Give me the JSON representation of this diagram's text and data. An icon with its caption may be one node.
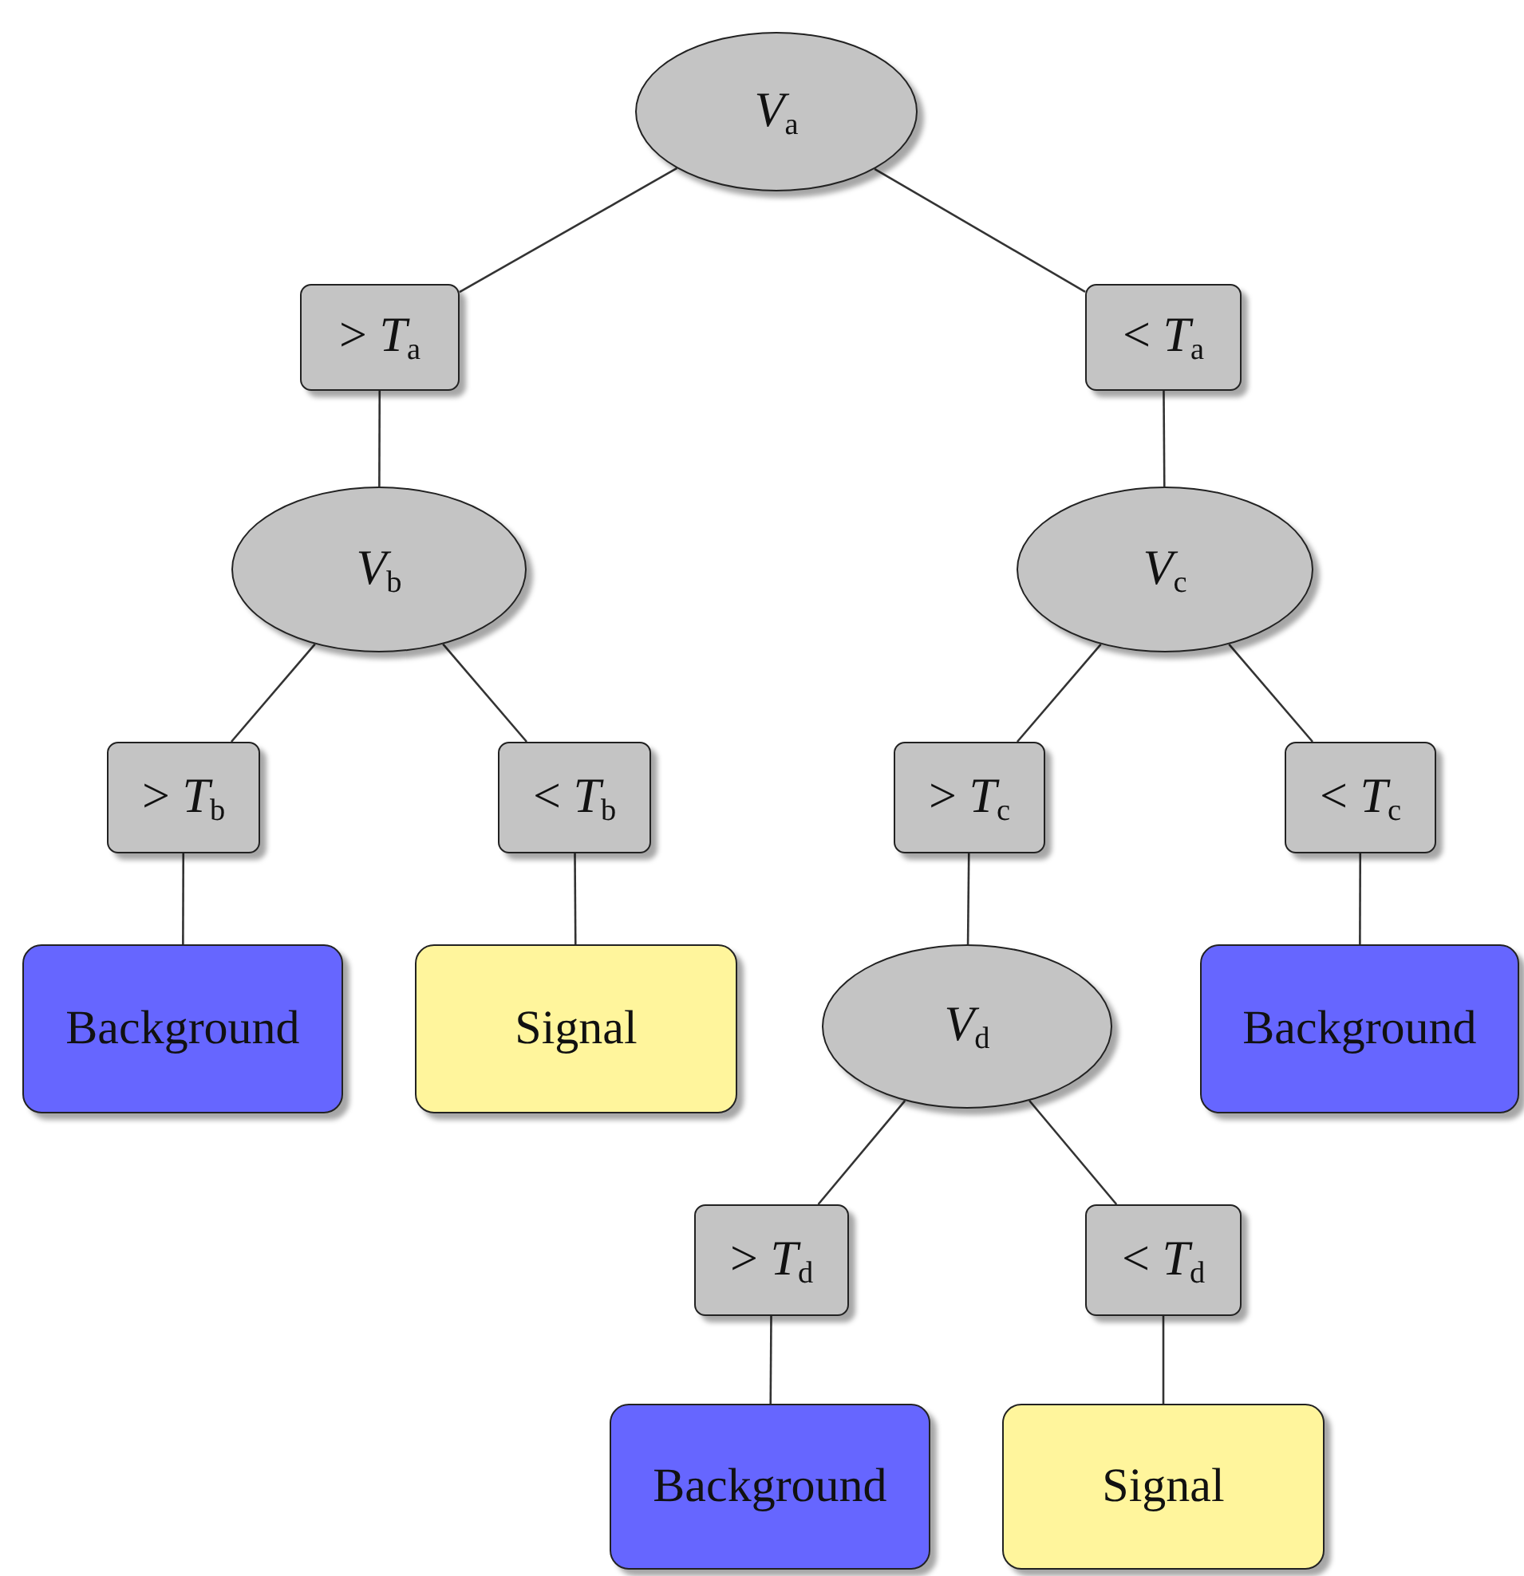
{
  "diagram": {
    "nodes": [
      {
        "text": [
          "*V*$_{a}$"
        ]
      },
      {
        "text": [
          "> *T*$_{a}$"
        ]
      },
      {
        "text": [
          "< *T*$_{a}$"
        ]
      },
      {
        "text": [
          "*V*$_{b}$"
        ]
      },
      {
        "text": [
          "*V*$_{c}$"
        ]
      },
      {
        "text": [
          "> *T*$_{b}$"
        ]
      },
      {
        "text": [
          "< *T*$_{b}$"
        ]
      },
      {
        "text": [
          "> *T*$_{c}$"
        ]
      },
      {
        "text": [
          "< *T*$_{c}$"
        ]
      },
      {
        "text": [
          "Background"
        ]
      },
      {
        "text": [
          "Signal"
        ]
      },
      {
        "text": [
          "*V*$_{d}$"
        ]
      },
      {
        "text": [
          "Background"
        ]
      },
      {
        "text": [
          "> *T*$_{d}$"
        ]
      },
      {
        "text": [
          "< *T*$_{d}$"
        ]
      },
      {
        "text": [
          "Background"
        ]
      },
      {
        "text": [
          "Signal"
        ]
      }
    ],
    "edges": [
      {
        "from": 0,
        "to": 1,
        "arrow": "none"
      },
      {
        "from": 0,
        "to": 2,
        "arrow": "none"
      },
      {
        "from": 1,
        "to": 3,
        "arrow": "none"
      },
      {
        "from": 2,
        "to": 4,
        "arrow": "none"
      },
      {
        "from": 3,
        "to": 5,
        "arrow": "none"
      },
      {
        "from": 3,
        "to": 6,
        "arrow": "none"
      },
      {
        "from": 4,
        "to": 7,
        "arrow": "none"
      },
      {
        "from": 4,
        "to": 8,
        "arrow": "none"
      },
      {
        "from": 5,
        "to": 9,
        "arrow": "none"
      },
      {
        "from": 6,
        "to": 10,
        "arrow": "none"
      },
      {
        "from": 7,
        "to": 11,
        "arrow": "none"
      },
      {
        "from": 8,
        "to": 12,
        "arrow": "none"
      },
      {
        "from": 11,
        "to": 13,
        "arrow": "none"
      },
      {
        "from": 11,
        "to": 14,
        "arrow": "none"
      },
      {
        "from": 13,
        "to": 15,
        "arrow": "none"
      },
      {
        "from": 14,
        "to": 16,
        "arrow": "none"
      }
    ]
  }
}
